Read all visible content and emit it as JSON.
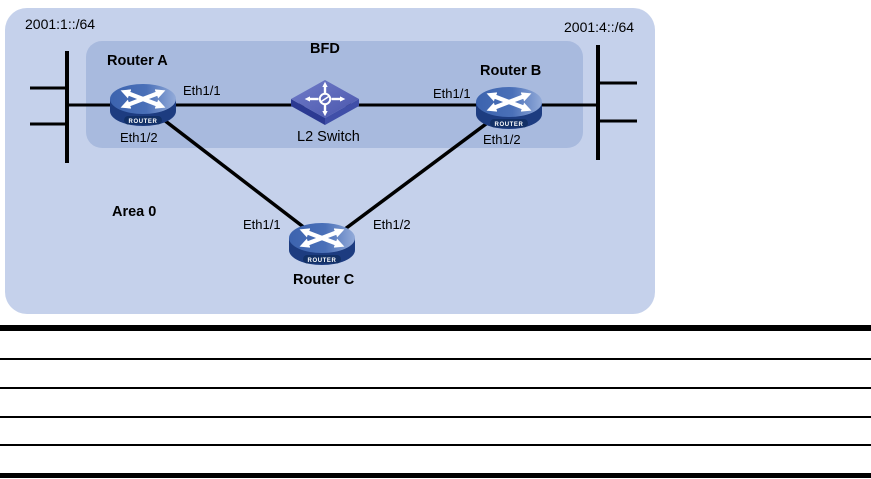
{
  "figure": {
    "type": "network-topology",
    "area_label": "Area 0",
    "bfd_zone_label": "BFD",
    "subnet_left": "2001:1::/64",
    "subnet_right": "2001:4::/64",
    "nodes": {
      "router_a": {
        "label": "Router A",
        "badge": "ROUTER",
        "eth11": "Eth1/1",
        "eth12": "Eth1/2"
      },
      "router_b": {
        "label": "Router B",
        "badge": "ROUTER",
        "eth11": "Eth1/1",
        "eth12": "Eth1/2"
      },
      "router_c": {
        "label": "Router C",
        "badge": "ROUTER",
        "eth11": "Eth1/1",
        "eth12": "Eth1/2"
      },
      "l2_switch": {
        "label": "L2 Switch"
      }
    },
    "links": [
      "lan-left — Router A",
      "Router A (Eth1/1) — L2 Switch",
      "L2 Switch — Router B (Eth1/1)",
      "Router B — lan-right",
      "Router A (Eth1/2) — Router C (Eth1/1)",
      "Router B (Eth1/2) — Router C (Eth1/2)"
    ],
    "colors": {
      "area_fill": "#c5d1eb",
      "bfd_zone_fill": "#a8bade",
      "link_line": "#000000",
      "router_top": "#4a70b8",
      "router_side": "#1d3c80",
      "switch_top": "#5a67b8",
      "text": "#000000"
    }
  },
  "table": {
    "rows": [
      "",
      "",
      "",
      "",
      ""
    ]
  }
}
